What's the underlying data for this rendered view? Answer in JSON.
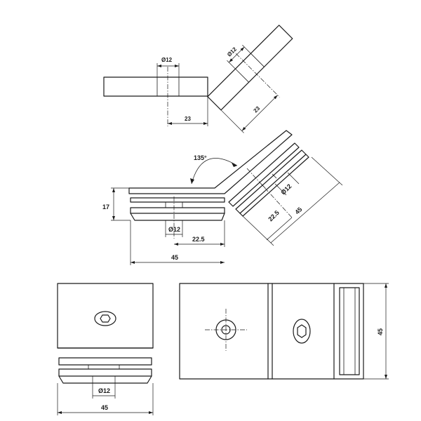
{
  "labels": {
    "dia_12": "Ø12",
    "dim_23": "23",
    "dim_17": "17",
    "dim_22_5": "22.5",
    "dim_45": "45",
    "angle_135": "135°"
  }
}
